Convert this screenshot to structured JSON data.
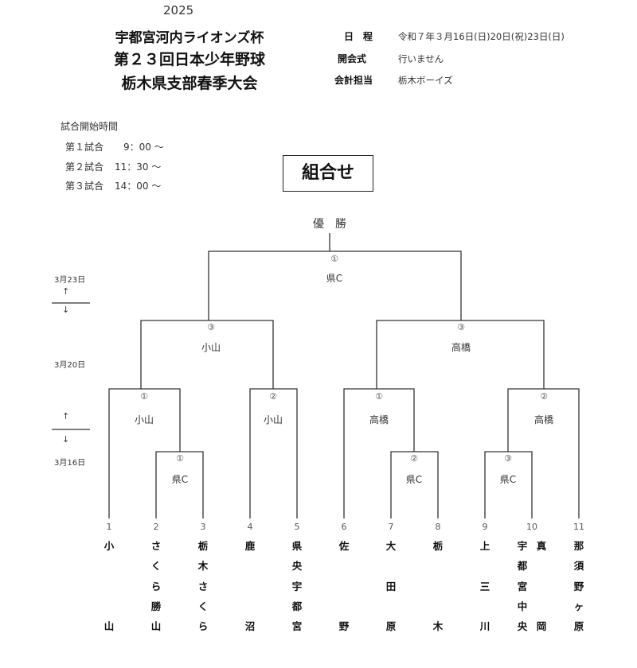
{
  "header": {
    "year": "2025",
    "title_lines": [
      "宇都宮河内ライオンズ杯",
      "第２３回日本少年野球",
      "栃木県支部春季大会"
    ]
  },
  "info": [
    {
      "label": "日　程",
      "value": "令和７年３月16日(日)20日(祝)23日(日)"
    },
    {
      "label": "開会式",
      "value": "行いません"
    },
    {
      "label": "会計担当",
      "value": "栃木ボーイズ"
    }
  ],
  "start_times": {
    "heading": "試合開始時間",
    "games": [
      {
        "label": "第１試合",
        "time": "9：00 ～"
      },
      {
        "label": "第２試合",
        "time": "11：30 ～"
      },
      {
        "label": "第３試合",
        "time": "14：00 ～"
      }
    ]
  },
  "box_title": "組合せ",
  "champion_label": "優　勝",
  "dates": {
    "final": "3月23日",
    "day2": "3月20日",
    "day1": "3月16日",
    "up": "↑",
    "down": "↓"
  },
  "matches": {
    "final": {
      "num": "①",
      "venue": "県C"
    },
    "semi_left": {
      "num": "③",
      "venue": "小山"
    },
    "semi_right": {
      "num": "③",
      "venue": "高橋"
    },
    "qf1": {
      "num": "①",
      "venue": "小山"
    },
    "qf2": {
      "num": "②",
      "venue": "小山"
    },
    "qf3": {
      "num": "①",
      "venue": "高橋"
    },
    "qf4": {
      "num": "②",
      "venue": "高橋"
    },
    "r1a": {
      "num": "①",
      "venue": "県C"
    },
    "r1b": {
      "num": "②",
      "venue": "県C"
    },
    "r1c": {
      "num": "③",
      "venue": "県C"
    }
  },
  "teams": [
    {
      "no": "1",
      "name": "小山"
    },
    {
      "no": "2",
      "name": "さくら勝山"
    },
    {
      "no": "3",
      "name": "栃木さくら"
    },
    {
      "no": "4",
      "name": "鹿沼"
    },
    {
      "no": "5",
      "name": "県央宇都宮"
    },
    {
      "no": "6",
      "name": "佐野"
    },
    {
      "no": "7",
      "name": "大田原"
    },
    {
      "no": "8",
      "name": "栃木"
    },
    {
      "no": "9",
      "name": "上三川"
    },
    {
      "no": "10",
      "name": "宇都宮中央",
      "name2": "真岡"
    },
    {
      "no": "11",
      "name": "那須野ヶ原"
    }
  ]
}
